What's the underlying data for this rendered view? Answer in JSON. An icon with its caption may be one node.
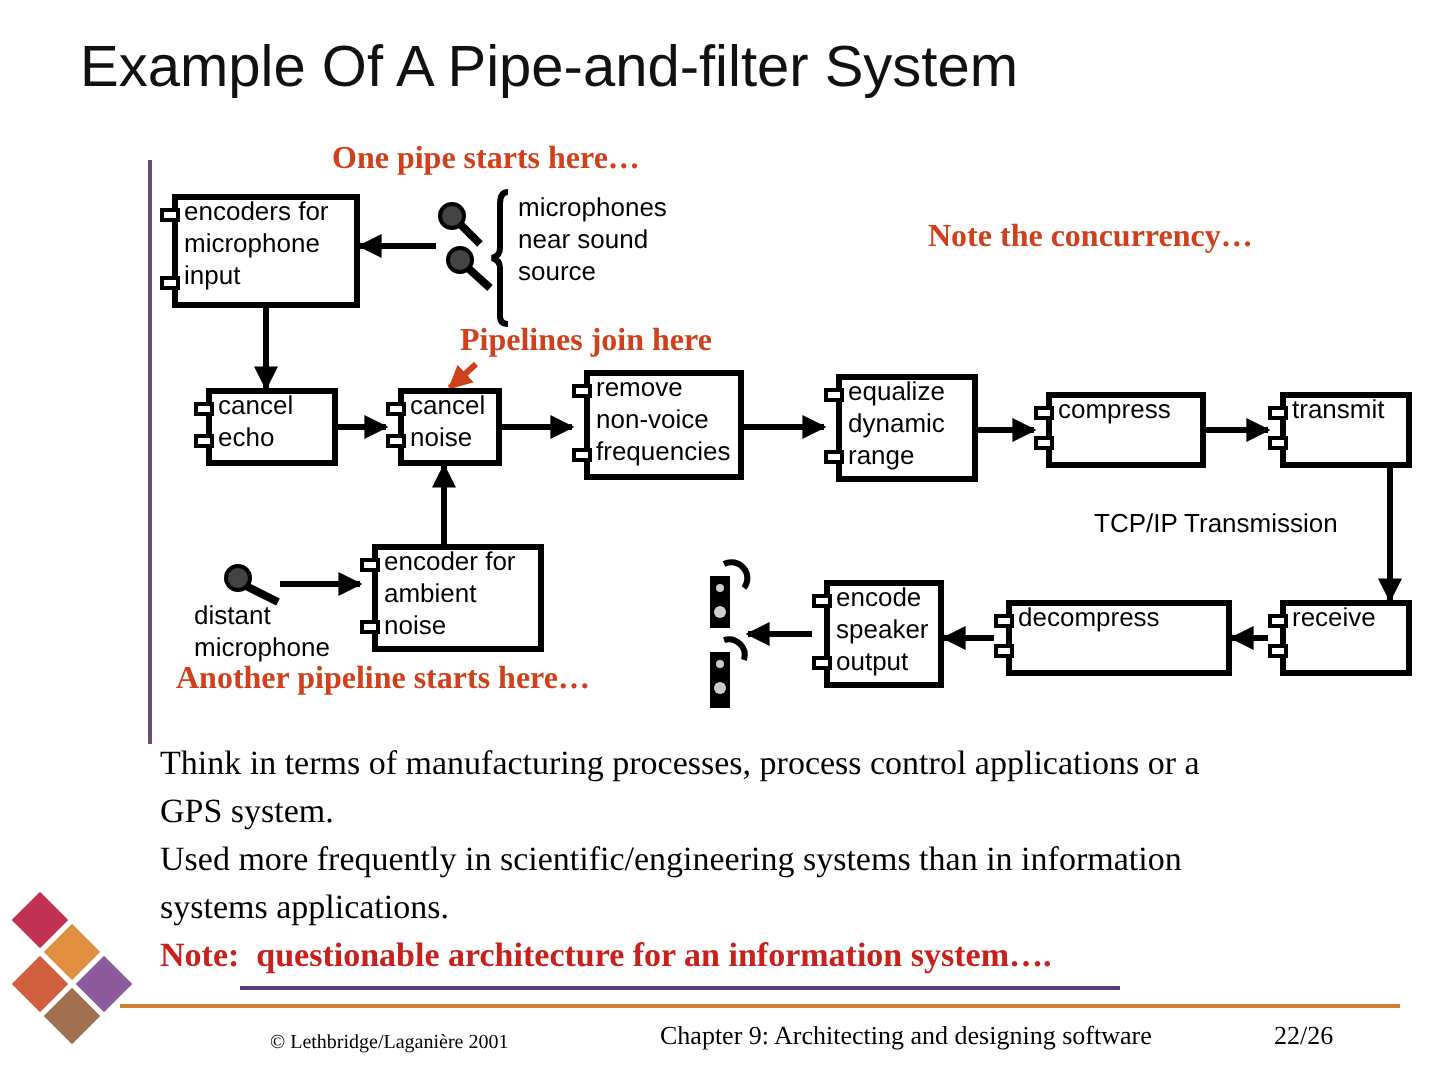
{
  "diagram": {
    "title": "Example Of A Pipe-and-filter System",
    "nodes": [
      {
        "text": [
          "encoders for microphone input"
        ]
      },
      {
        "text": [],
        "shape": "picture"
      },
      {
        "text": [
          "Pipelines join here"
        ]
      },
      {
        "text": [
          "cancel echo"
        ]
      },
      {
        "text": [
          "cancel noise"
        ]
      },
      {
        "text": [
          "remove non-voice frequencies"
        ]
      },
      {
        "text": [
          "equalize dynamic range"
        ]
      },
      {
        "text": [
          "compress"
        ]
      },
      {
        "text": [
          "transmit"
        ]
      },
      {
        "text": [],
        "shape": "picture",
        "beside": [
          "distant microphone"
        ]
      },
      {
        "text": [
          "encoder for ambient noise"
        ]
      },
      {
        "text": [],
        "shape": "picture"
      },
      {
        "text": [
          "encode speaker output"
        ]
      },
      {
        "text": [
          "decompress"
        ]
      },
      {
        "text": [
          "receive"
        ]
      }
    ],
    "edges": [
      {
        "from": 1,
        "to": 0,
        "arrow": "to"
      },
      {
        "from": 0,
        "to": 3,
        "arrow": "to"
      },
      {
        "from": 3,
        "to": 4,
        "arrow": "to"
      },
      {
        "from": 4,
        "to": 5,
        "arrow": "to"
      },
      {
        "from": 5,
        "to": 6,
        "arrow": "to"
      },
      {
        "from": 6,
        "to": 7,
        "arrow": "to"
      },
      {
        "from": 7,
        "to": 8,
        "arrow": "to"
      },
      {
        "from": 8,
        "to": 14,
        "arrow": "to",
        "label": "TCP/IP Transmission"
      },
      {
        "from": 14,
        "to": 13,
        "arrow": "to"
      },
      {
        "from": 13,
        "to": 12,
        "arrow": "to"
      },
      {
        "from": 12,
        "to": 11,
        "arrow": "to"
      },
      {
        "from": 9,
        "to": 10,
        "arrow": "to"
      },
      {
        "from": 10,
        "to": 4,
        "arrow": "to"
      },
      {
        "from": 2,
        "to": 4,
        "arrow": "to",
        "color": "#d0401c"
      }
    ],
    "labels": [
      "One pipe starts here…",
      "microphones near sound source",
      "Note the concurrency…",
      "Another pipeline starts here…",
      "Think in terms of manufacturing processes, process control applications or a GPS system.",
      "Used more frequently in scientific/engineering systems than in information systems applications.",
      "Note:  questionable architecture for an information system….",
      "© Lethbridge/Laganière 2001",
      "Chapter 9: Architecting and designing software",
      "22/26"
    ]
  }
}
